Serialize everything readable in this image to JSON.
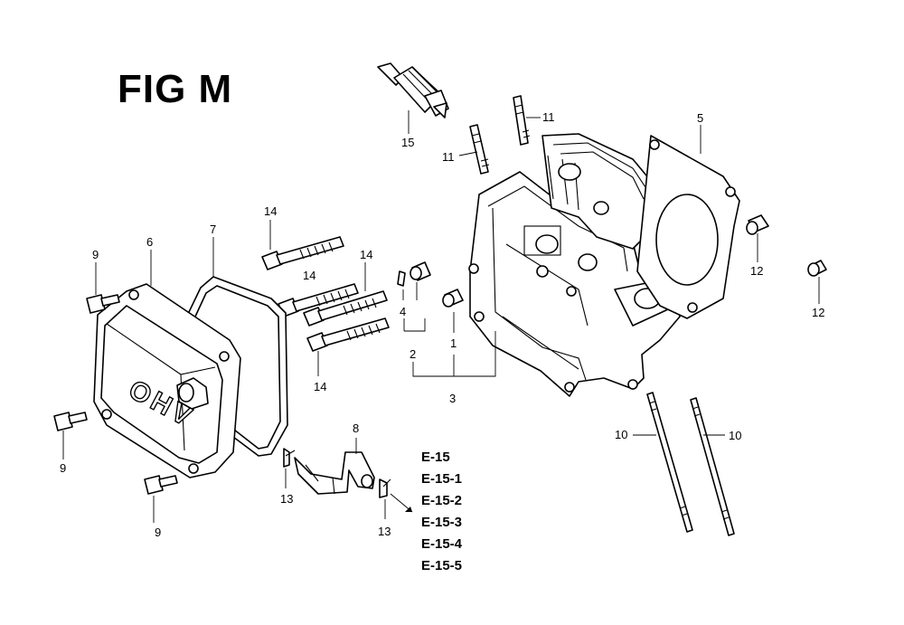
{
  "title": "FIG M",
  "callouts": {
    "c1": "1",
    "c2": "2",
    "c3": "3",
    "c4": "4",
    "c5": "5",
    "c6": "6",
    "c7": "7",
    "c8": "8",
    "c9a": "9",
    "c9b": "9",
    "c9c": "9",
    "c10a": "10",
    "c10b": "10",
    "c11a": "11",
    "c11b": "11",
    "c12a": "12",
    "c12b": "12",
    "c13a": "13",
    "c13b": "13",
    "c14a": "14",
    "c14b": "14",
    "c14c": "14",
    "c14d": "14",
    "c15": "15"
  },
  "cover_mark": "OHV",
  "refs": [
    "E-15",
    "E-15-1",
    "E-15-2",
    "E-15-3",
    "E-15-4",
    "E-15-5"
  ]
}
